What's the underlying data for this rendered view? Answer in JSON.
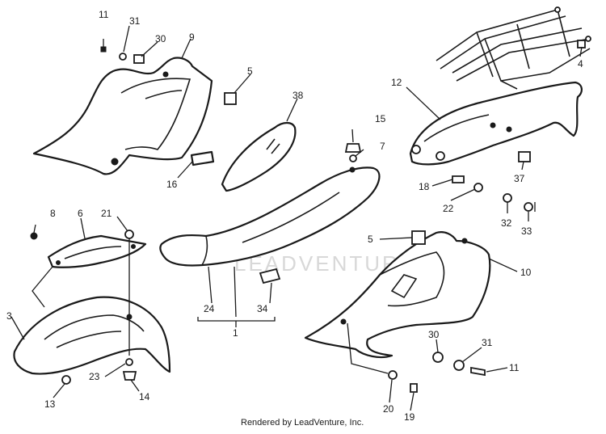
{
  "labels": [
    {
      "id": "c11a",
      "text": "11"
    },
    {
      "id": "c31a",
      "text": "31"
    },
    {
      "id": "c30a",
      "text": "30"
    },
    {
      "id": "c9",
      "text": "9"
    },
    {
      "id": "c5a",
      "text": "5"
    },
    {
      "id": "c38",
      "text": "38"
    },
    {
      "id": "c15",
      "text": "15"
    },
    {
      "id": "c7",
      "text": "7"
    },
    {
      "id": "c12",
      "text": "12"
    },
    {
      "id": "c4",
      "text": "4"
    },
    {
      "id": "c16",
      "text": "16"
    },
    {
      "id": "c18",
      "text": "18"
    },
    {
      "id": "c37",
      "text": "37"
    },
    {
      "id": "c22",
      "text": "22"
    },
    {
      "id": "c32",
      "text": "32"
    },
    {
      "id": "c33",
      "text": "33"
    },
    {
      "id": "c8",
      "text": "8"
    },
    {
      "id": "c6",
      "text": "6"
    },
    {
      "id": "c21",
      "text": "21"
    },
    {
      "id": "c5b",
      "text": "5"
    },
    {
      "id": "c10",
      "text": "10"
    },
    {
      "id": "c3",
      "text": "3"
    },
    {
      "id": "c24",
      "text": "24"
    },
    {
      "id": "c34",
      "text": "34"
    },
    {
      "id": "c1",
      "text": "1"
    },
    {
      "id": "c30b",
      "text": "30"
    },
    {
      "id": "c31b",
      "text": "31"
    },
    {
      "id": "c11b",
      "text": "11"
    },
    {
      "id": "c23",
      "text": "23"
    },
    {
      "id": "c14",
      "text": "14"
    },
    {
      "id": "c13",
      "text": "13"
    },
    {
      "id": "c20",
      "text": "20"
    },
    {
      "id": "c19",
      "text": "19"
    }
  ],
  "watermark": "LEADVENTURE",
  "footer": "Rendered by LeadVenture, Inc."
}
